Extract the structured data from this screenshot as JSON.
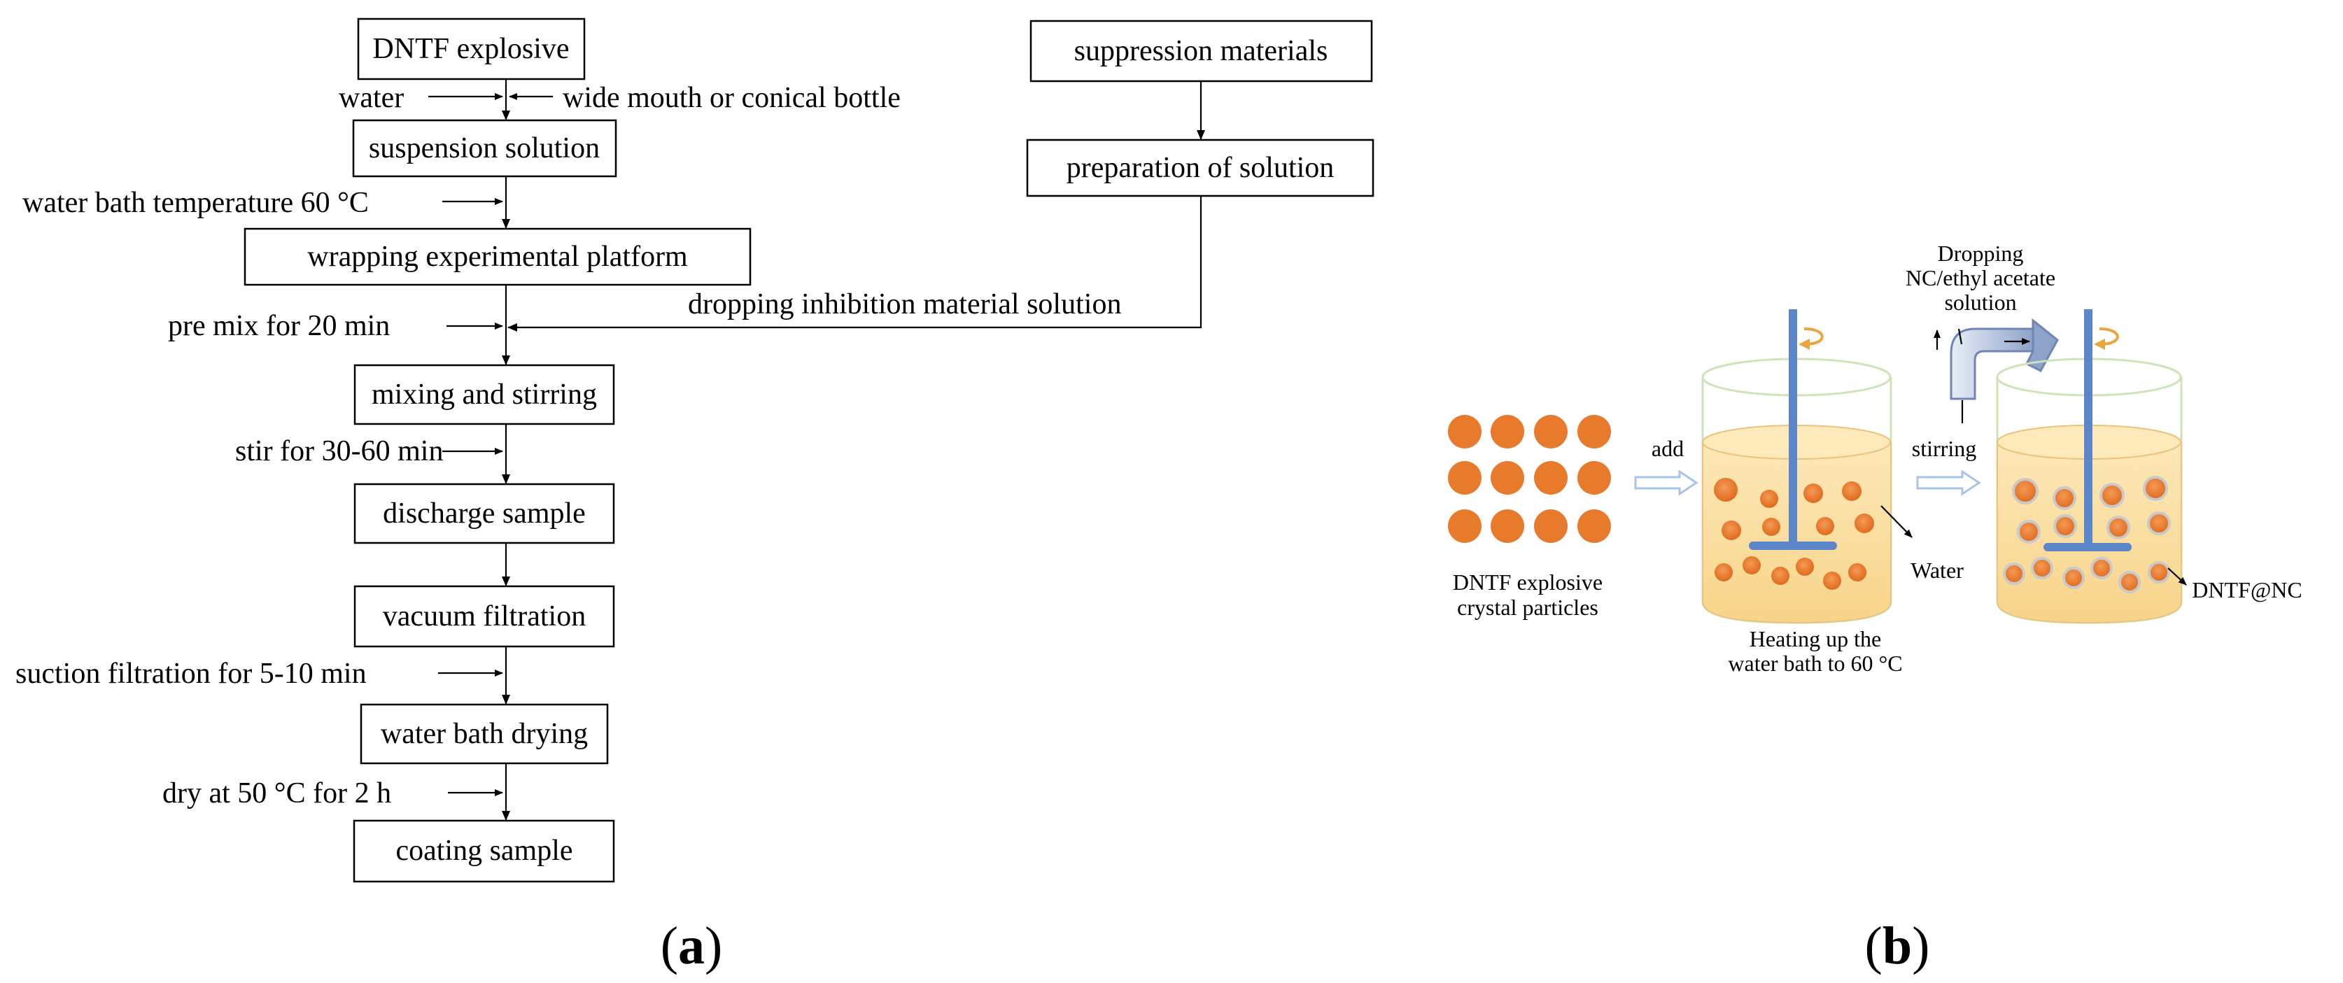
{
  "colors": {
    "particle": "#e87a2c",
    "particle_edge": "#c9c9c9",
    "liquid": "#fbe0a4",
    "beaker": "#cfe3b8",
    "rod": "#5b86c9",
    "rotation": "#e9a640",
    "pipe": "#8ea3c8",
    "add_arrow": "#a9c3e8"
  },
  "panel_a": {
    "label": "(a)",
    "main_steps": [
      "DNTF explosive",
      "suspension solution",
      "wrapping experimental platform",
      "mixing and stirring",
      "discharge sample",
      "vacuum filtration",
      "water bath drying",
      "coating sample"
    ],
    "side_steps": [
      "suppression materials",
      "preparation of solution"
    ],
    "annotations": {
      "water": "water",
      "bottle": "wide mouth or conical bottle",
      "temperature": "water bath temperature 60 °C",
      "premix": "pre mix for 20 min",
      "dropping": "dropping inhibition material solution",
      "stir": "stir for 30-60 min",
      "suction": "suction filtration for 5-10 min",
      "dry": "dry at 50 °C for 2 h"
    }
  },
  "panel_b": {
    "label": "(b)",
    "particles_label": [
      "DNTF explosive",
      "crystal particles"
    ],
    "add": "add",
    "heating_label": [
      "Heating up the",
      "water bath to 60 °C"
    ],
    "water": "Water",
    "stirring": "stirring",
    "dropping_label": [
      "Dropping",
      "NC/ethyl acetate",
      "solution"
    ],
    "product": "DNTF@NC"
  }
}
